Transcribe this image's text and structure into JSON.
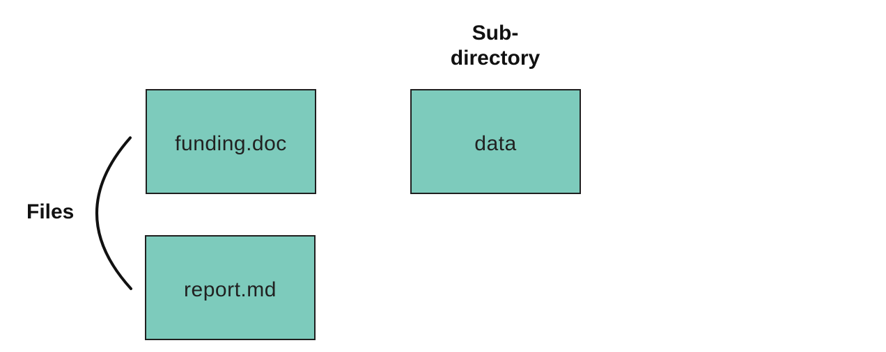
{
  "diagram": {
    "labels": {
      "files": "Files",
      "subdirectory": "Sub-\ndirectory"
    },
    "nodes": [
      {
        "id": "funding",
        "label": "funding.doc",
        "kind": "file"
      },
      {
        "id": "report",
        "label": "report.md",
        "kind": "file"
      },
      {
        "id": "data",
        "label": "data",
        "kind": "sub-directory"
      }
    ],
    "colors": {
      "node_fill": "#7DCBBC",
      "node_border": "#1F1F1F",
      "node_text": "#212121",
      "label_text": "#111111",
      "background": "#FFFFFF",
      "brace_stroke": "#111111"
    }
  }
}
